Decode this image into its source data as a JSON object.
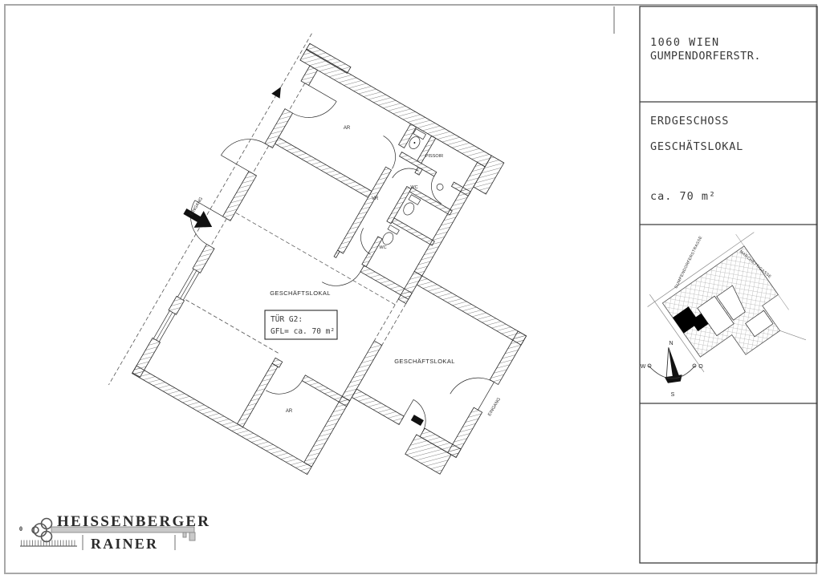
{
  "title_block": {
    "address_line1": "1060 WIEN",
    "address_line2": "GUMPENDORFERSTR.",
    "floor": "ERDGESCHOSS",
    "unit_type": "GESCHÄTSLOKAL",
    "area": "ca. 70 m²"
  },
  "floor_plan": {
    "rooms": [
      {
        "label": "GESCHÄFTSLOKAL"
      },
      {
        "label": "GESCHÄFTSLOKAL"
      },
      {
        "label": "AR"
      },
      {
        "label": "AR"
      },
      {
        "label": "VR"
      },
      {
        "label": "WC"
      },
      {
        "label": "WC"
      },
      {
        "label": "PISSOIR"
      }
    ],
    "door_note": {
      "line1": "TÜR G2:",
      "line2": "GFL= ca. 70 m²"
    },
    "entrance_label": "EINGANG",
    "entrance2_label": "EINGANG"
  },
  "site_map": {
    "street1": "GUMPENDORFERSTRASSE",
    "street2": "MARCHETTIGASSE"
  },
  "compass": {
    "n": "N",
    "s": "S",
    "w": "W",
    "e": "O"
  },
  "logo": {
    "line1": "HEISSENBERGER",
    "line2": "RAINER",
    "scale_zero": "0"
  },
  "colors": {
    "ink": "#2a2a2a",
    "page_border": "#a8a8a8",
    "panel_border": "#3c3c3c",
    "unit_fill": "#000000"
  }
}
